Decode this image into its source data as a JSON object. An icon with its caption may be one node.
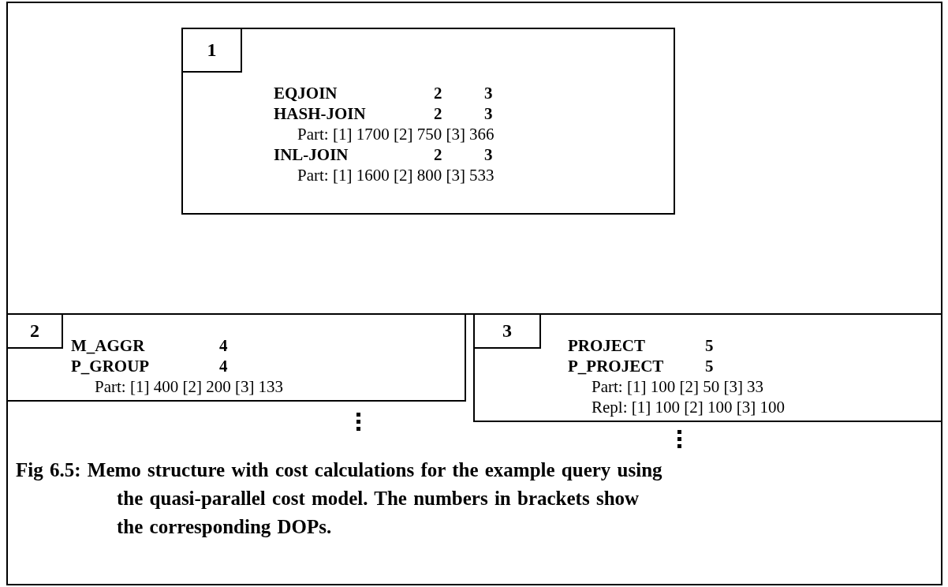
{
  "diagram": {
    "caption": "Fig 6.5: Memo structure with cost calculations for the example query using the quasi-parallel cost model. The numbers in brackets show the corresponding DOPs.",
    "nodes": [
      {
        "text": [
          "EQJOIN 2 3",
          "HASH-JOIN 2 3",
          "Part: [1] 1700 [2] 750 [3] 366",
          "INL-JOIN 2 3",
          "Part: [1] 1600 [2] 800 [3] 533"
        ]
      },
      {
        "text": [
          "1"
        ],
        "in": 0
      },
      {
        "text": [
          "M_AGGR 4",
          "P_GROUP 4",
          "Part: [1] 400 [2] 200 [3] 133"
        ]
      },
      {
        "text": [
          "2"
        ],
        "in": 2
      },
      {
        "text": [
          "PROJECT 5",
          "P_PROJECT 5",
          "Part: [1] 100 [2] 50 [3] 33",
          "Repl: [1] 100 [2] 100 [3] 100"
        ]
      },
      {
        "text": [
          "3"
        ],
        "in": 4
      }
    ],
    "edges": []
  }
}
